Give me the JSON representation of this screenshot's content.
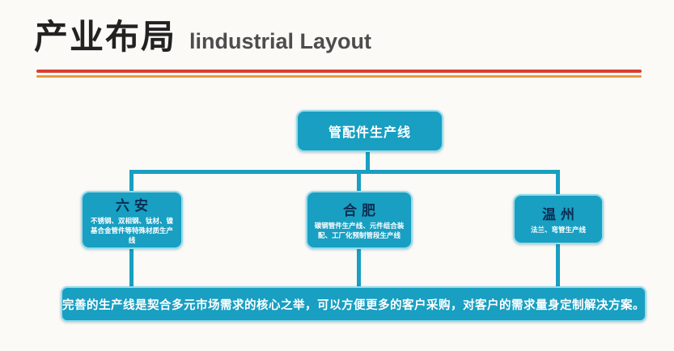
{
  "title": {
    "zh": "产业布局",
    "en": "lindustrial Layout"
  },
  "colors": {
    "box_teal": "#189fc2",
    "box_border": "#96dcec",
    "divider_red": "#d8402e",
    "divider_orange": "#e89a3c",
    "city_name_navy": "#0d2d52",
    "text_white": "#ffffff",
    "title_dark": "#222222"
  },
  "diagram": {
    "root": {
      "label": "管配件生产线"
    },
    "children": [
      {
        "name": "六安",
        "desc": "不锈钢、双相钢、钛材、镍基合金管件等特殊材质生产线"
      },
      {
        "name": "合肥",
        "desc": "碳钢管件生产线、元件组合装配、工厂化预制管段生产线"
      },
      {
        "name": "温州",
        "desc": "法兰、弯管生产线"
      }
    ],
    "footer": "完善的生产线是契合多元市场需求的核心之举，可以方便更多的客户采购，对客户的需求量身定制解决方案。"
  }
}
